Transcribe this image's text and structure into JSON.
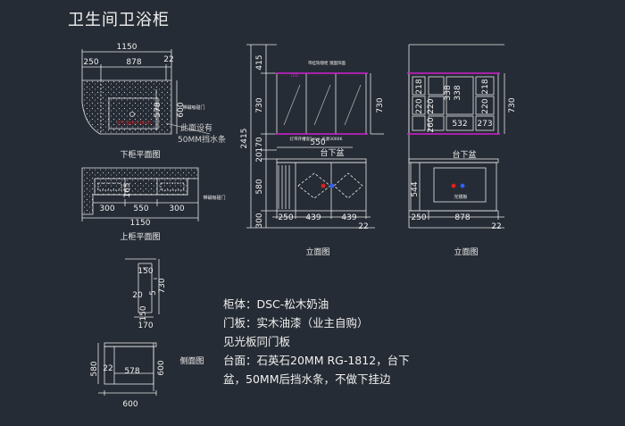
{
  "title": "卫生间卫浴柜",
  "views": {
    "lower_plan": "下柜平面图",
    "upper_plan": "上柜平面图",
    "elevation_left": "立面图",
    "elevation_right": "立面图",
    "side": "侧面图"
  },
  "lower_plan": {
    "dim_total": "1150",
    "dim_left": "250",
    "dim_mid": "878",
    "dim_right": "22",
    "dim_depth": "600",
    "dim_basin": "578",
    "note_line1": "此面设有",
    "note_line2": "50MM挡水条",
    "tag": "带磁吸碰门",
    "basin_label": "台下 盆(RG-1812)"
  },
  "upper_plan": {
    "dim_165": "165",
    "dim_300a": "300",
    "dim_550": "550",
    "dim_300b": "300",
    "dim_total": "1150",
    "tag": "带磁吸碰门"
  },
  "elev_left": {
    "v415": "415",
    "v730": "730",
    "v2415": "2415",
    "v170": "170",
    "v20": "20",
    "v580": "580",
    "v300": "300",
    "r730": "730",
    "h550": "550",
    "h250": "250",
    "h439a": "439",
    "h439b": "439",
    "h22": "22",
    "basin": "台下盆",
    "led": "LED",
    "note_top": "带挂钩镜柜 镜面饰面",
    "note_mid": "灯带开槽宽5mm 光源3000K"
  },
  "elev_right": {
    "r218a": "218",
    "r338a": "338",
    "r218b": "218",
    "r220a": "220",
    "r220b": "220",
    "r338b": "338",
    "r220c": "220",
    "r260": "260",
    "r532": "532",
    "r273": "273",
    "r730": "730",
    "r544": "544",
    "h250": "250",
    "h878": "878",
    "h22": "22",
    "basin": "台下盆",
    "mirror_lamp": "光镜板"
  },
  "side": {
    "s150a": "150",
    "s730": "730",
    "s20": "20",
    "s5": "5",
    "s170": "170",
    "s150b": "150",
    "s580": "580",
    "s22": "22",
    "s578": "578",
    "s600a": "600",
    "s600b": "600"
  },
  "notes": [
    "柜体：DSC-松木奶油",
    "门板：实木油漆（业主自购）",
    "见光板同门板",
    "台面：石英石20MM RG-1812，台下",
    "盆，50MM后挡水条，不做下挂边"
  ],
  "colors": {
    "background": "#262c35",
    "line": "#e8e8e8",
    "led": "#d020d0",
    "accent_red": "#e02020",
    "accent_blue": "#3060ff"
  }
}
